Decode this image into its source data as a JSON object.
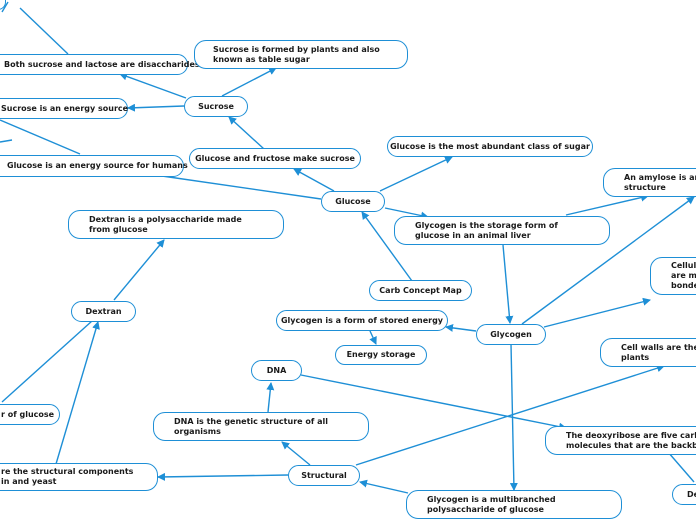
{
  "colors": {
    "accent": "#1e8fd6",
    "node_border": "#1e8fd6",
    "text": "#1a1a1a",
    "background": "#ffffff"
  },
  "nodes": {
    "both_sucrose_lactose": "Both sucrose and lactose are disaccharides",
    "sucrose_plants": "Sucrose is formed by plants and also known as table sugar",
    "sucrose": "Sucrose",
    "sucrose_energy": "Sucrose is an energy source",
    "glucose_fructose": "Glucose and fructose make sucrose",
    "glucose_energy_humans": "Glucose is an energy source for humans",
    "glucose_abundant": "Glucose is the most abundant class of sugar",
    "glucose": "Glucose",
    "amylose": "An amylose is an u structure",
    "glycogen_storage": "Glycogen is the storage form of glucose in an animal liver",
    "cellulose": "Cellulo are ma bonded",
    "dextran_poly": "Dextran is a polysaccharide made from glucose",
    "carb_map": "Carb Concept Map",
    "dextran": "Dextran",
    "glycogen_stored": "Glycogen is a form of stored energy",
    "glycogen": "Glycogen",
    "cell_walls": "Cell walls are the st plants",
    "energy_storage": "Energy storage",
    "dna": "DNA",
    "polymer_glucose": "r of glucose",
    "dna_genetic": "DNA is the genetic structure of all organisms",
    "deoxyribose": "The deoxyribose are five carbon s molecules that are the backbone",
    "structural_components": "re the structural components in and yeast",
    "structural": "Structural",
    "glycogen_multibranched": "Glycogen is a multibranched polysaccharide of glucose",
    "de_partial": "De"
  }
}
